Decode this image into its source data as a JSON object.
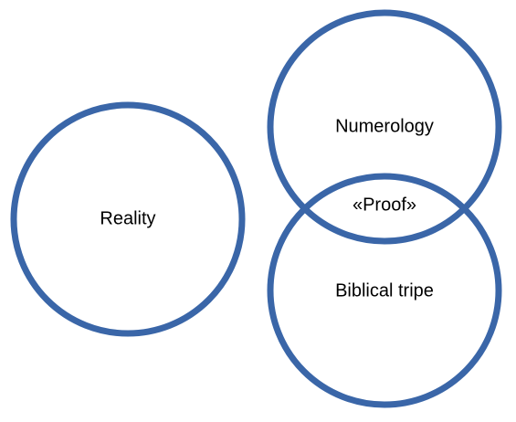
{
  "colors": {
    "circle_stroke": "#3a66a8",
    "text": "#000000",
    "background": "#ffffff"
  },
  "sets": [
    {
      "id": "reality",
      "label": "Reality"
    },
    {
      "id": "numerology",
      "label": "Numerology"
    },
    {
      "id": "biblical-tripe",
      "label": "Biblical tripe"
    }
  ],
  "intersections": [
    {
      "id": "numerology-biblical-tripe",
      "members": [
        "numerology",
        "biblical-tripe"
      ],
      "label": "«Proof»"
    }
  ]
}
